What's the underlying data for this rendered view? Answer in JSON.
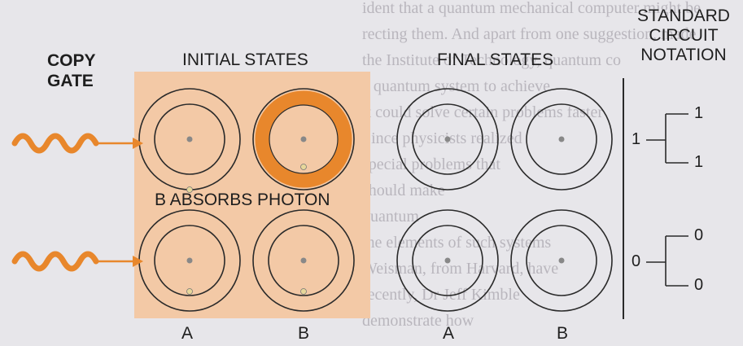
{
  "background_text": [
    "ident that a quantum mechanical computer might be",
    "recting them. And apart from one suggestion, made",
    "the Institute of Technology, quantum co",
    "a quantum system to achieve",
    "it could solve certain problems faster",
    "Since physicists realized",
    "special problems that",
    "should make",
    "quantum",
    "the elements of such systems",
    "Weisman, from Harvard, have",
    "recently, Dr Jeff Kimble",
    "demonstrate how"
  ],
  "labels": {
    "copy_gate": "COPY\nGATE",
    "initial_states": "INITIAL STATES",
    "final_states": "FINAL STATES",
    "standard_circuit_notation": "STANDARD\nCIRCUIT\nNOTATION",
    "b_absorbs_photon": "B ABSORBS PHOTON",
    "col_a_initial": "A",
    "col_b_initial": "B",
    "col_a_final": "A",
    "col_b_final": "B"
  },
  "notation": {
    "top_input": "1",
    "top_out_upper": "1",
    "top_out_lower": "1",
    "bottom_input": "0",
    "bottom_out_upper": "0",
    "bottom_out_lower": "0"
  },
  "colors": {
    "panel": "#f3c9a6",
    "photon": "#e8872c",
    "highlight_ring": "#e8872c",
    "ring_stroke": "#2a2a2a"
  }
}
